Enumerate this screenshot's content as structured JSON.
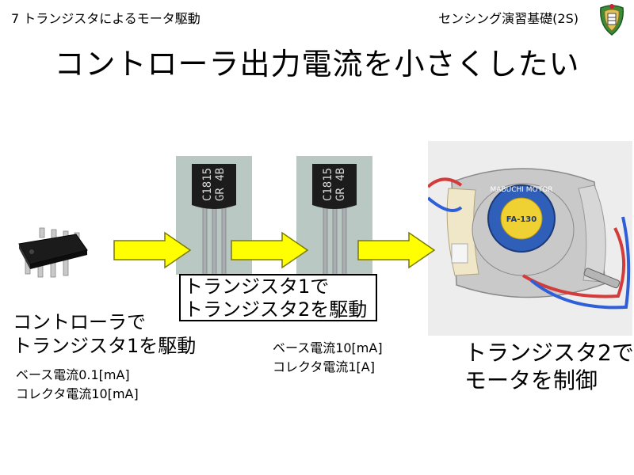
{
  "header": {
    "left": "7 トランジスタによるモータ駆動",
    "right": "センシング演習基礎(2S)"
  },
  "title": "コントローラ出力電流を小さくしたい",
  "callout": {
    "line1": "トランジスタ1で",
    "line2": "トランジスタ2を駆動"
  },
  "controller": {
    "label_line1": "コントローラで",
    "label_line2": "トランジスタ1を駆動",
    "base_current": "ベース電流0.1[mA]",
    "collector_current": "コレクタ電流10[mA]"
  },
  "transistor1": {
    "base_current": "ベース電流10[mA]",
    "collector_current": "コレクタ電流1[A]"
  },
  "motor": {
    "label_line1": "トランジスタ2で",
    "label_line2": "モータを制御"
  },
  "transistor_marking": {
    "line1": "C1815",
    "line2": "GR 4B"
  },
  "motor_label": {
    "brand": "MABUCHI MOTOR",
    "model": "FA-130"
  },
  "colors": {
    "arrow_fill": "#ffff00",
    "arrow_stroke": "#7a7a00",
    "transistor_body": "#1a1a1a"
  }
}
